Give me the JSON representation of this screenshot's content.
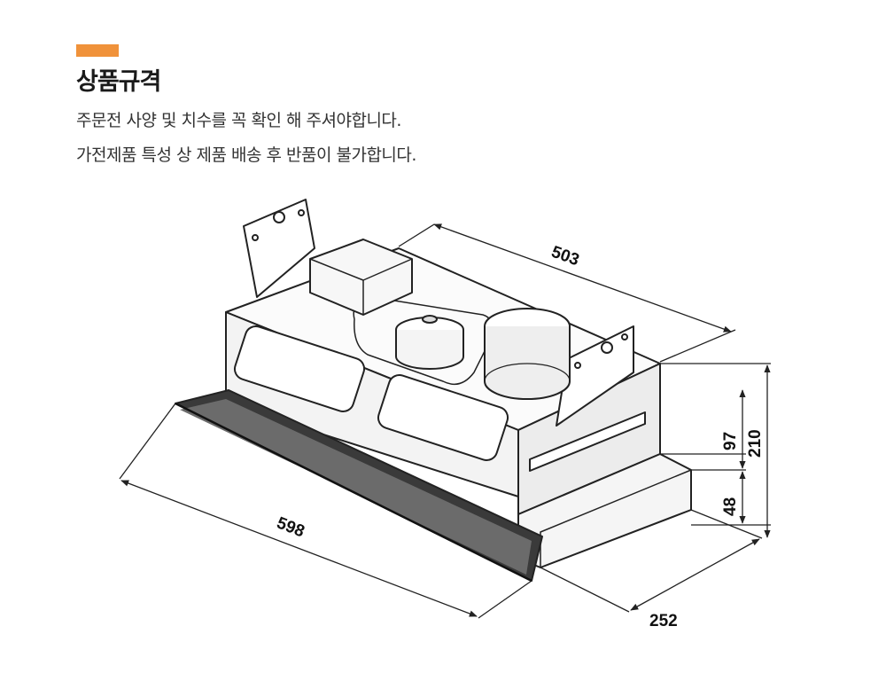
{
  "header": {
    "accent_color": "#f0923a",
    "title": "상품규격",
    "notice_lines": [
      "주문전 사양 및 치수를 꼭 확인 해 주셔야합니다.",
      "가전제품 특성 상 제품 배송 후 반품이 불가합니다."
    ]
  },
  "diagram": {
    "dimensions": {
      "depth": "503",
      "width": "598",
      "front_depth": "252",
      "upper_height": "97",
      "lower_height": "48",
      "total_height": "210"
    }
  }
}
